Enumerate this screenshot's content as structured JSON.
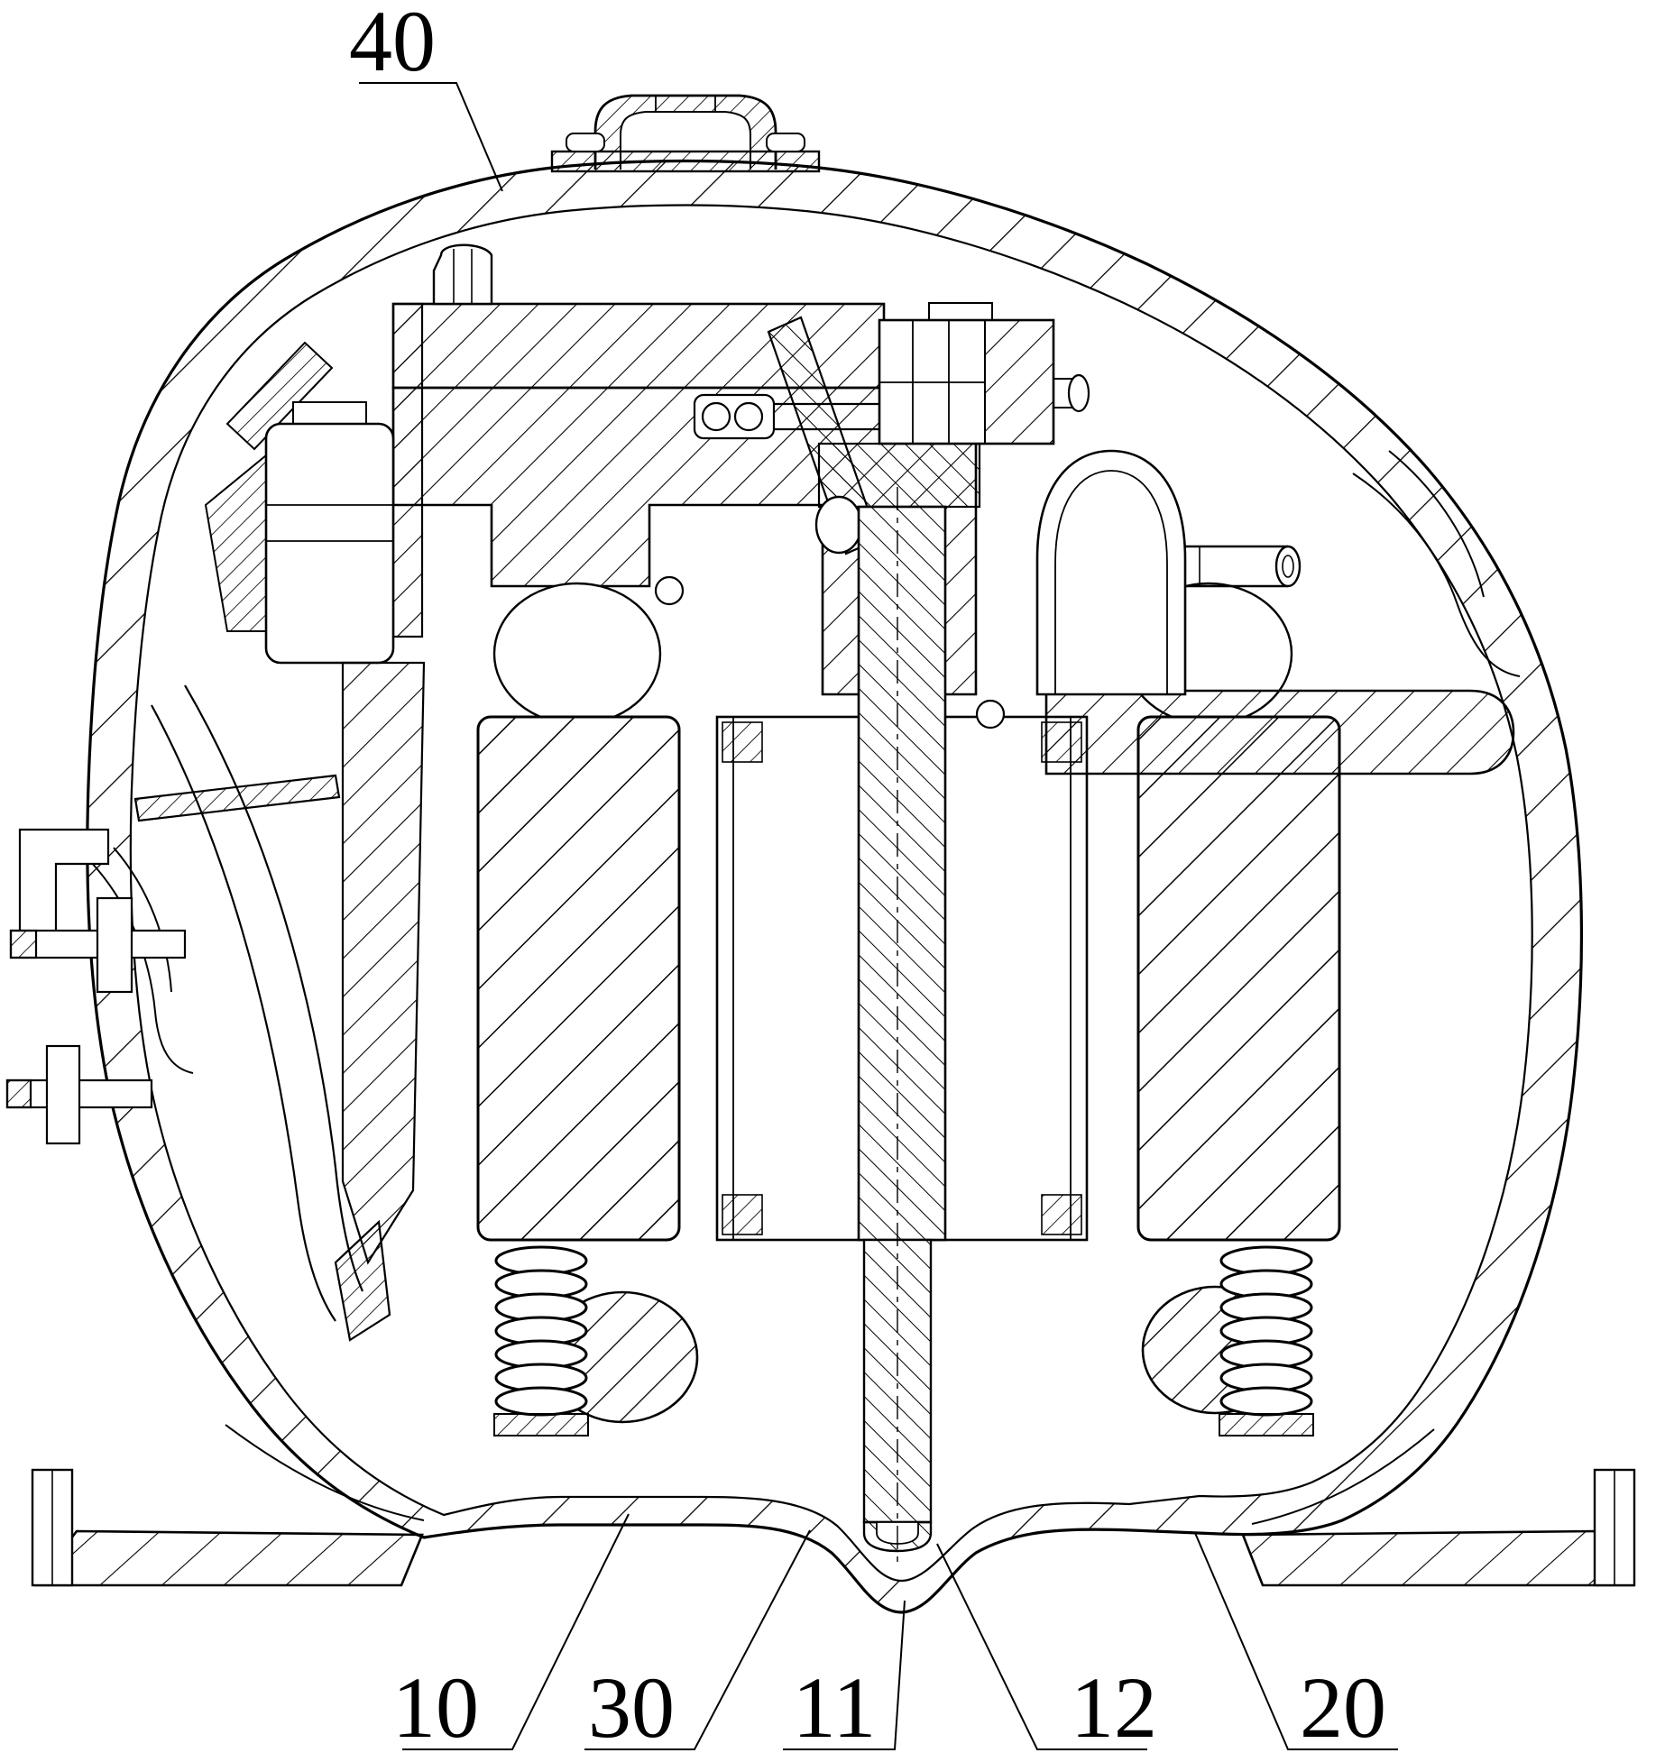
{
  "figure": {
    "background_color": "#ffffff",
    "ink_color": "#000000",
    "reference_labels": [
      {
        "id": "40",
        "text": "40"
      },
      {
        "id": "10",
        "text": "10"
      },
      {
        "id": "30",
        "text": "30"
      },
      {
        "id": "11",
        "text": "11"
      },
      {
        "id": "12",
        "text": "12"
      },
      {
        "id": "20",
        "text": "20"
      }
    ]
  }
}
